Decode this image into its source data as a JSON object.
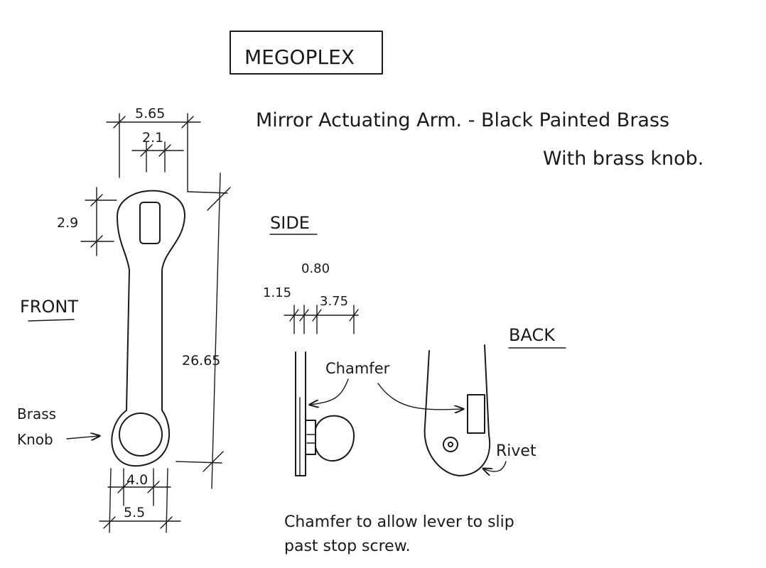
{
  "brand": "MEGOPLEX",
  "title": {
    "line1": "Mirror Actuating Arm. - Black Painted Brass",
    "line2": "With brass knob."
  },
  "views": {
    "front": "FRONT",
    "side": "SIDE",
    "back": "BACK"
  },
  "front_dimensions": {
    "top_width": "5.65",
    "slot_width": "2.1",
    "slot_height": "2.9",
    "overall_length": "26.65",
    "knob_width": "4.0",
    "bottom_width": "5.5"
  },
  "side_dimensions": {
    "d1": "0.80",
    "d2": "1.15",
    "d3": "3.75"
  },
  "labels": {
    "brass_knob_line1": "Brass",
    "brass_knob_line2": "Knob",
    "chamfer": "Chamfer",
    "rivet": "Rivet"
  },
  "note": {
    "line1": "Chamfer to allow lever to slip",
    "line2": "past stop screw."
  }
}
